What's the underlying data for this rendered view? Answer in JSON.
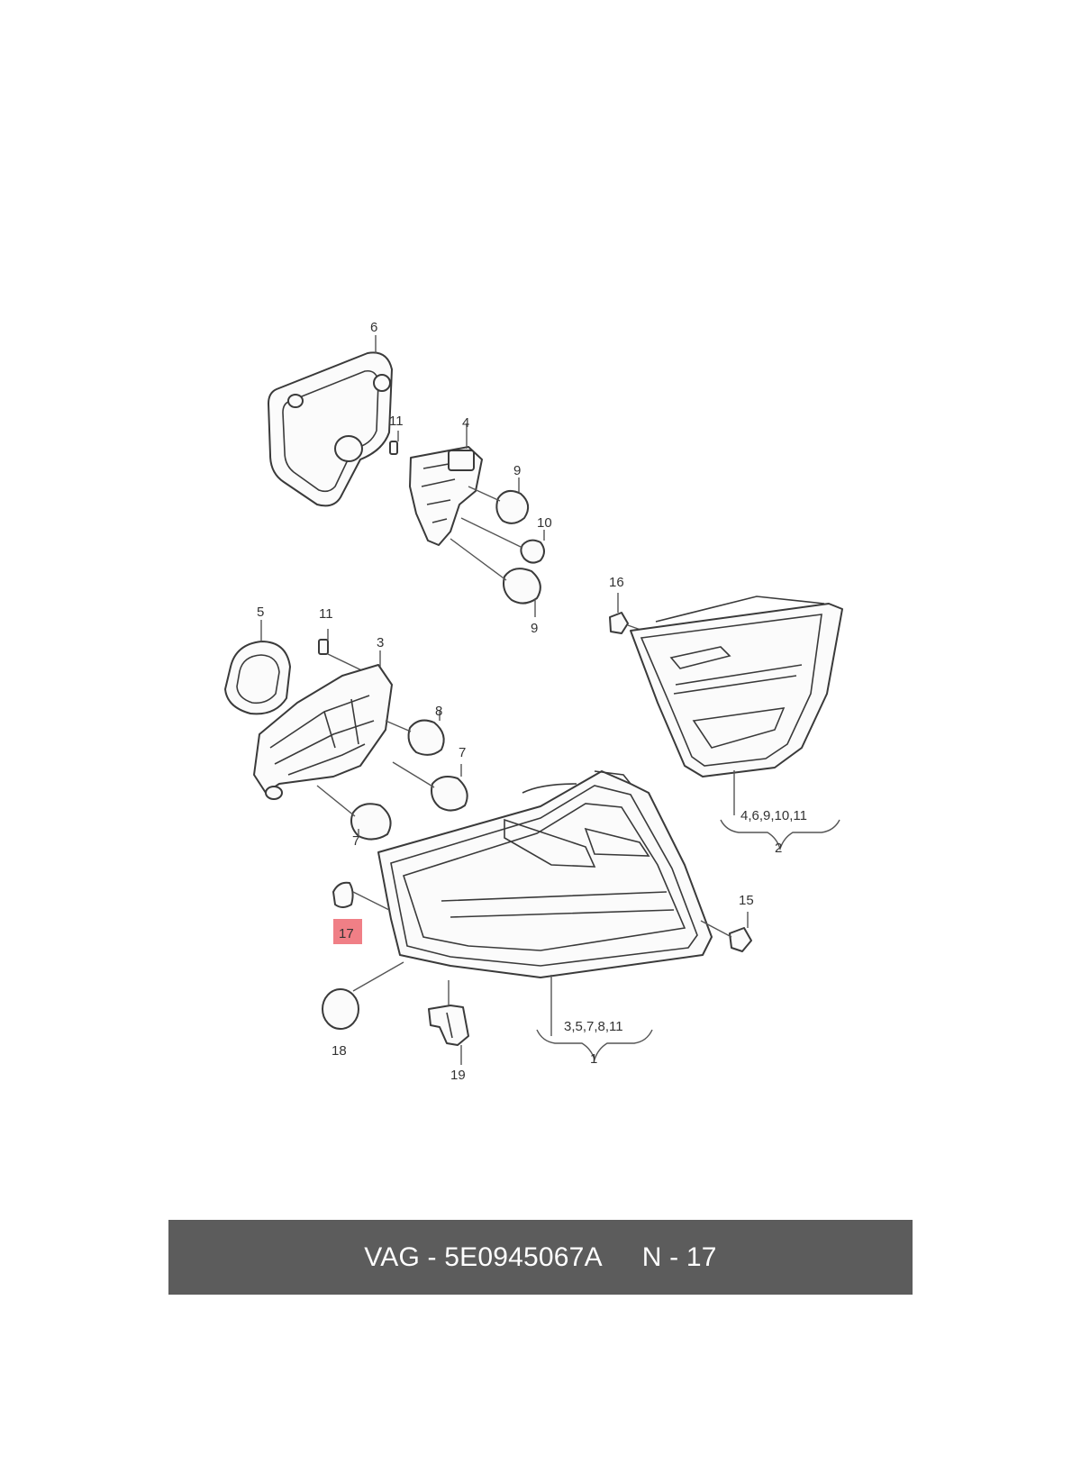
{
  "diagram": {
    "labels": {
      "l1": "1",
      "l2": "2",
      "l3": "3",
      "l4": "4",
      "l5": "5",
      "l6": "6",
      "l7a": "7",
      "l7b": "7",
      "l8": "8",
      "l9a": "9",
      "l9b": "9",
      "l10": "10",
      "l11a": "11",
      "l11b": "11",
      "l15": "15",
      "l16": "16",
      "l17": "17",
      "l18": "18",
      "l19": "19",
      "group1": "3,5,7,8,11",
      "group2": "4,6,9,10,11"
    },
    "highlight_color": "#f07f86"
  },
  "caption": {
    "part_number": "VAG - 5E0945067A",
    "position": "N - 17"
  }
}
